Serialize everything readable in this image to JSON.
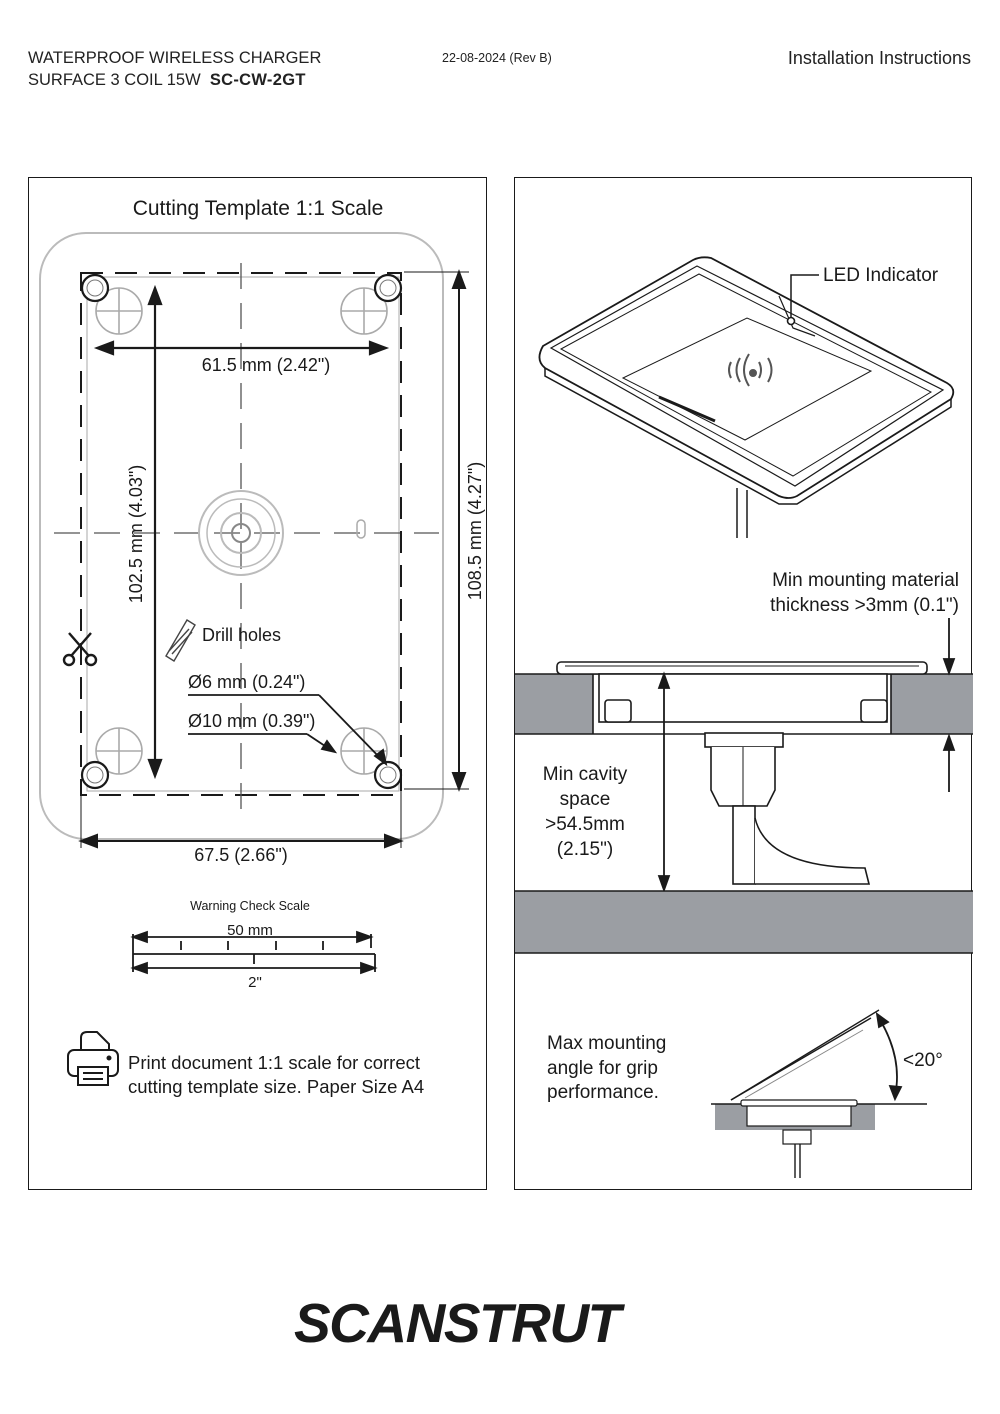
{
  "header": {
    "product_line1": "WATERPROOF WIRELESS CHARGER",
    "product_line2": "SURFACE 3 COIL 15W",
    "model": "SC-CW-2GT",
    "date_rev": "22-08-2024 (Rev B)",
    "doc_type": "Installation Instructions"
  },
  "template": {
    "title": "Cutting Template 1:1 Scale",
    "dim_hole_spacing_h": "61.5 mm (2.42\")",
    "dim_hole_spacing_v": "102.5 mm (4.03\")",
    "dim_outer_h": "67.5 (2.66\")",
    "dim_outer_v": "108.5 mm (4.27\")",
    "drill_label": "Drill holes",
    "hole_small": "Ø6 mm (0.24\")",
    "hole_large": "Ø10 mm (0.39\")",
    "icons": [
      "scissors-icon",
      "drill-bit-icon",
      "printer-icon"
    ]
  },
  "scale_check": {
    "title": "Warning Check Scale",
    "metric": "50 mm",
    "imperial": "2\""
  },
  "print_note": {
    "line1": "Print document 1:1 scale for correct",
    "line2": "cutting template size. Paper Size A4"
  },
  "install": {
    "led_label": "LED Indicator",
    "material_line1": "Min mounting material",
    "material_line2": "thickness >3mm (0.1\")",
    "cavity_line1": "Min cavity",
    "cavity_line2": "space",
    "cavity_line3": ">54.5mm",
    "cavity_line4": "(2.15\")",
    "angle_line1": "Max mounting",
    "angle_line2": "angle for grip",
    "angle_line3": "performance.",
    "angle_value": "<20°",
    "material_color": "#9b9ea3"
  },
  "footer": {
    "brand": "SCANSTRUT"
  }
}
